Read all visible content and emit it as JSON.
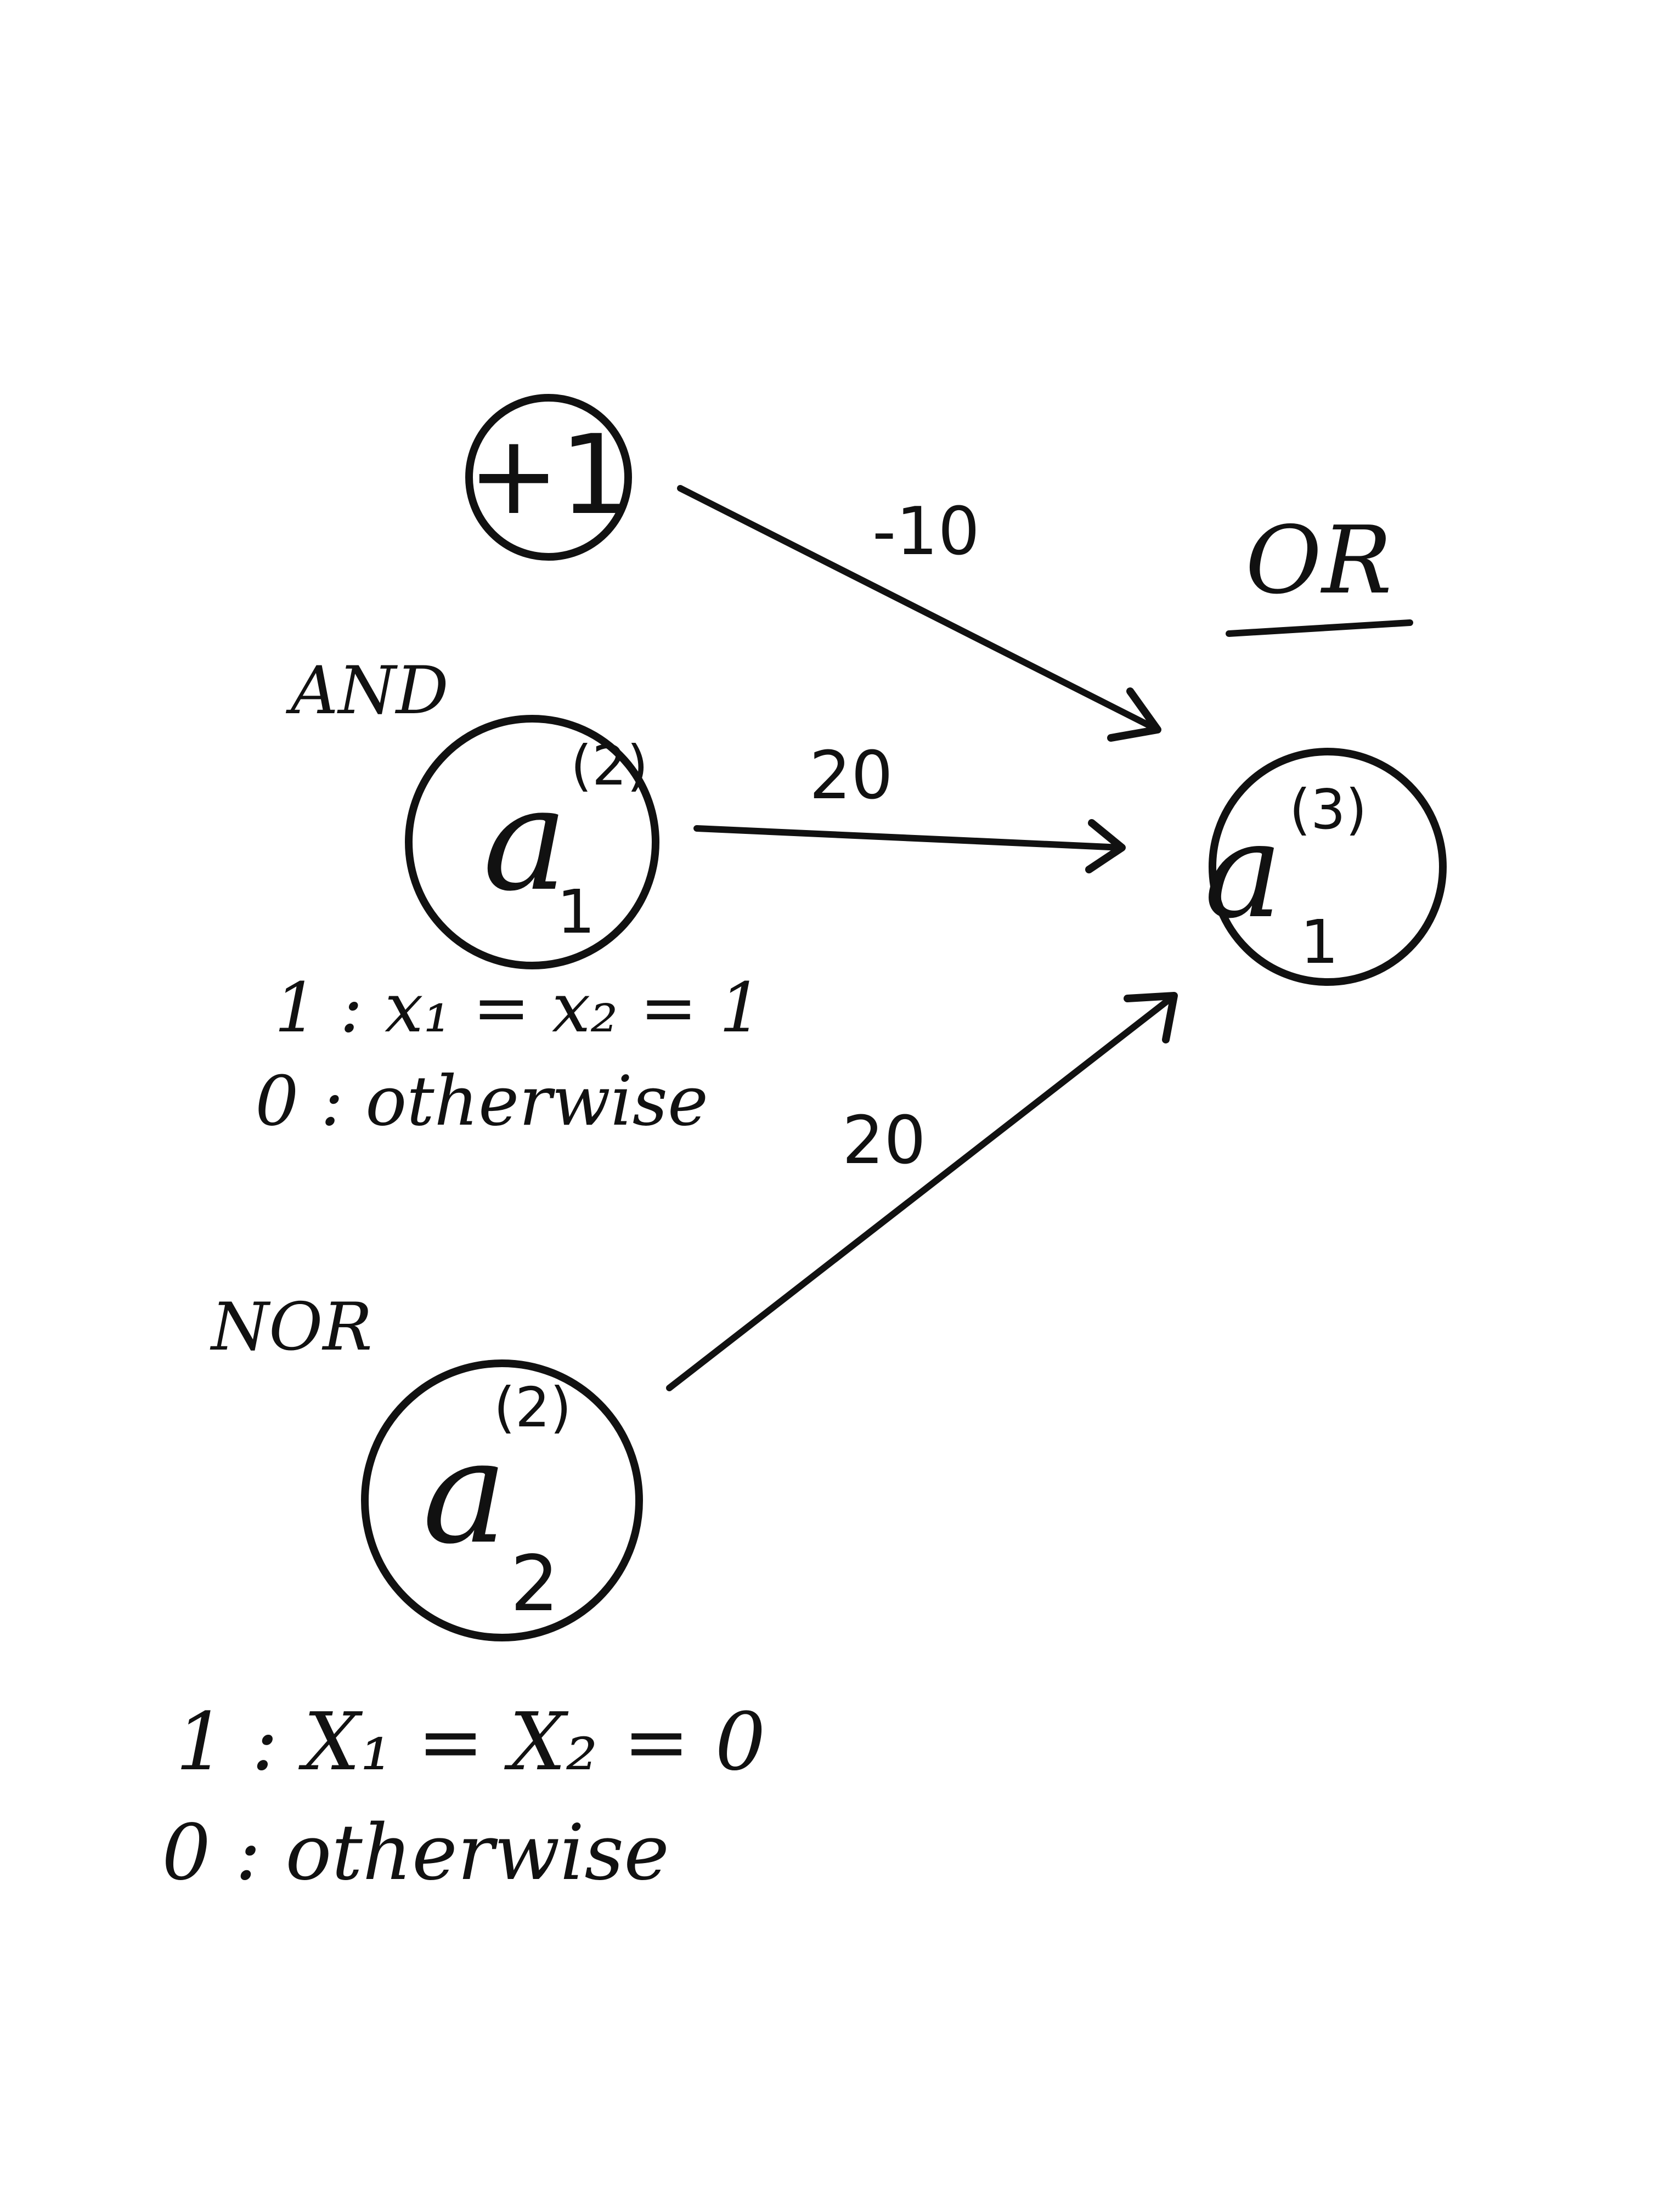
{
  "nodes": {
    "bias": {
      "label": "+1"
    },
    "a1_2": {
      "base": "a",
      "superscript": "(2)",
      "subscript": "1"
    },
    "a2_2": {
      "base": "a",
      "superscript": "(2)",
      "subscript": "2"
    },
    "a1_3": {
      "base": "a",
      "superscript": "(3)",
      "subscript": "1"
    }
  },
  "labels": {
    "and": "AND",
    "nor": "NOR",
    "or": "OR"
  },
  "weights": {
    "bias_to_out": "-10",
    "a1_to_out": "20",
    "a2_to_out": "20"
  },
  "notes": {
    "and_line1": "1 : x₁ = x₂ = 1",
    "and_line2": "0 : otherwise",
    "nor_line1": "1 : X₁ = X₂ = 0",
    "nor_line2": "0 : otherwise"
  }
}
